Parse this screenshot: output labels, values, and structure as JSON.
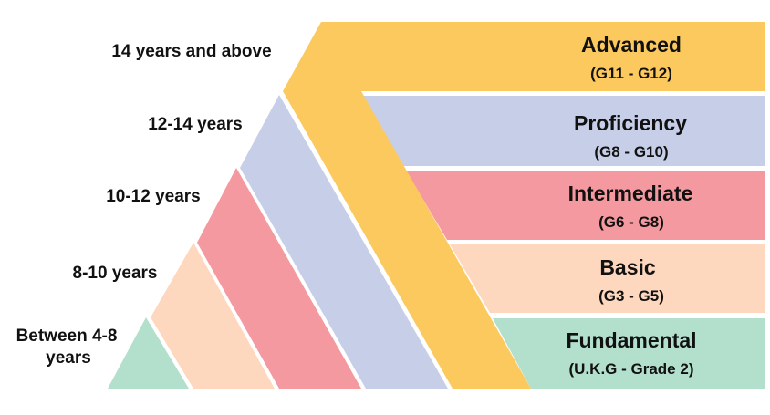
{
  "colors": {
    "yellow": "#fcc95e",
    "lavender": "#c7cfe8",
    "pink": "#f4999f",
    "peach": "#fdd8bf",
    "mint": "#b3dfcd"
  },
  "levels": [
    {
      "name": "Advanced",
      "grades": "(G11 - G12)",
      "age": "14 years and above",
      "color": "#fcc95e"
    },
    {
      "name": "Proficiency",
      "grades": "(G8 - G10)",
      "age": "12-14 years",
      "color": "#c7cfe8"
    },
    {
      "name": "Intermediate",
      "grades": "(G6 - G8)",
      "age": "10-12 years",
      "color": "#f4999f"
    },
    {
      "name": "Basic",
      "grades": "(G3 - G5)",
      "age": "8-10 years",
      "color": "#fdd8bf"
    },
    {
      "name": "Fundamental",
      "grades": "(U.K.G - Grade 2)",
      "age_line1": "Between 4-8",
      "age_line2": "years",
      "color": "#b3dfcd"
    }
  ]
}
